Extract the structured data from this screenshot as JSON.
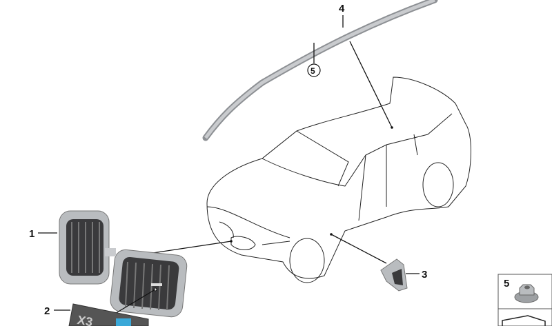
{
  "diagram": {
    "callouts": [
      {
        "id": "1",
        "label": "1"
      },
      {
        "id": "2",
        "label": "2"
      },
      {
        "id": "3",
        "label": "3"
      },
      {
        "id": "4",
        "label": "4"
      },
      {
        "id": "5",
        "label": "5"
      }
    ],
    "legend_box": {
      "label": "5"
    },
    "badge_text": "X3",
    "colors": {
      "line": "#111111",
      "part_silver": "#b9bcbf",
      "grille_dark": "#3a3a3c",
      "badge_accent": "#3aa8d8"
    }
  }
}
